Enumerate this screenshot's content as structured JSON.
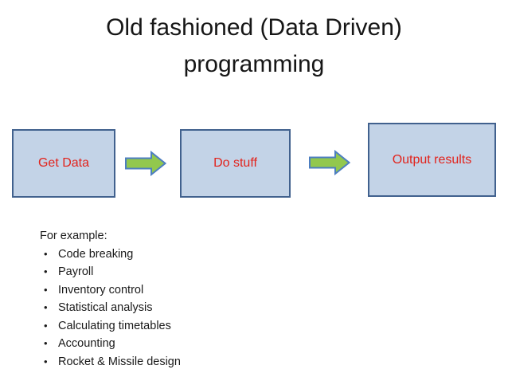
{
  "slide_title": {
    "line1": "Old fashioned (Data Driven)",
    "line2": "programming"
  },
  "flow_diagram": {
    "boxes": [
      {
        "label": "Get Data"
      },
      {
        "label": "Do stuff"
      },
      {
        "label": "Output results"
      }
    ],
    "arrow_direction": "right"
  },
  "examples": {
    "heading": "For example:",
    "bullet": "•",
    "items": [
      "Code breaking",
      "Payroll",
      "Inventory control",
      "Statistical analysis",
      "Calculating timetables",
      "Accounting",
      "Rocket & Missile design"
    ]
  },
  "colors": {
    "background": "#ffffff",
    "title_text": "#161616",
    "body_text": "#1a1a1a",
    "box_fill": "#c3d3e7",
    "box_border": "#41618e",
    "box_label_text": "#e2231c",
    "arrow_fill": "#92c84e",
    "arrow_border": "#4d7ec0"
  }
}
